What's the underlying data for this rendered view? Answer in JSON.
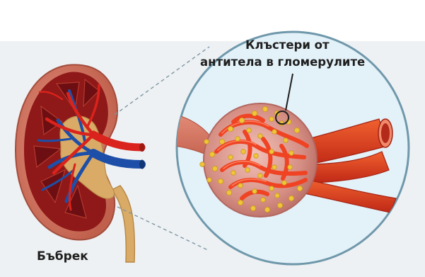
{
  "labels": {
    "kidney": "Бъбрек",
    "callout_line1": "Клъстери от",
    "callout_line2": "антитела в гломерулите"
  },
  "colors": {
    "background_panel": "#eef1f3",
    "circle_fill": "#e3f1f8",
    "circle_border": "#6f98ab",
    "dashed_guides": "#7f97a5",
    "kidney_capsule": "#c96c58",
    "kidney_cortex": "#8f1818",
    "kidney_pelvis": "#d9ab66",
    "artery": "#d9231c",
    "vein": "#1d4fa8",
    "glomerulus_capsule": "#d08a82",
    "capillary": "#ef4323",
    "antibody_dot": "#f0c53a",
    "text": "#1f1f1f"
  }
}
